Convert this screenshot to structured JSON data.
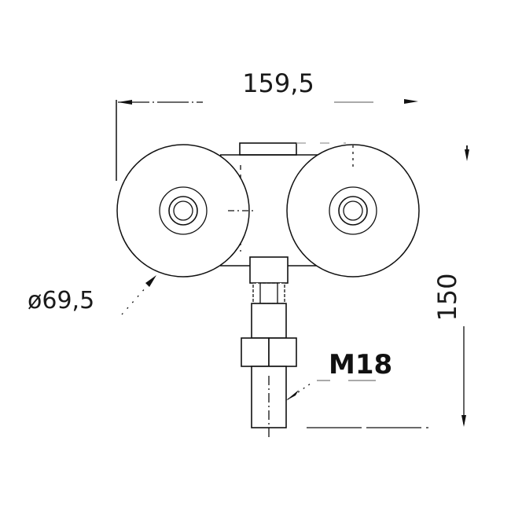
{
  "drawing": {
    "type": "technical-drawing",
    "subject": "double-wheel roller trolley with M18 threaded stud",
    "line_color": "#111111",
    "background": "#ffffff"
  },
  "dimensions": {
    "width": {
      "label": "159,5"
    },
    "height": {
      "label": "150"
    },
    "wheel_diameter": {
      "label": "ø69,5"
    },
    "thread": {
      "label": "M18"
    }
  }
}
